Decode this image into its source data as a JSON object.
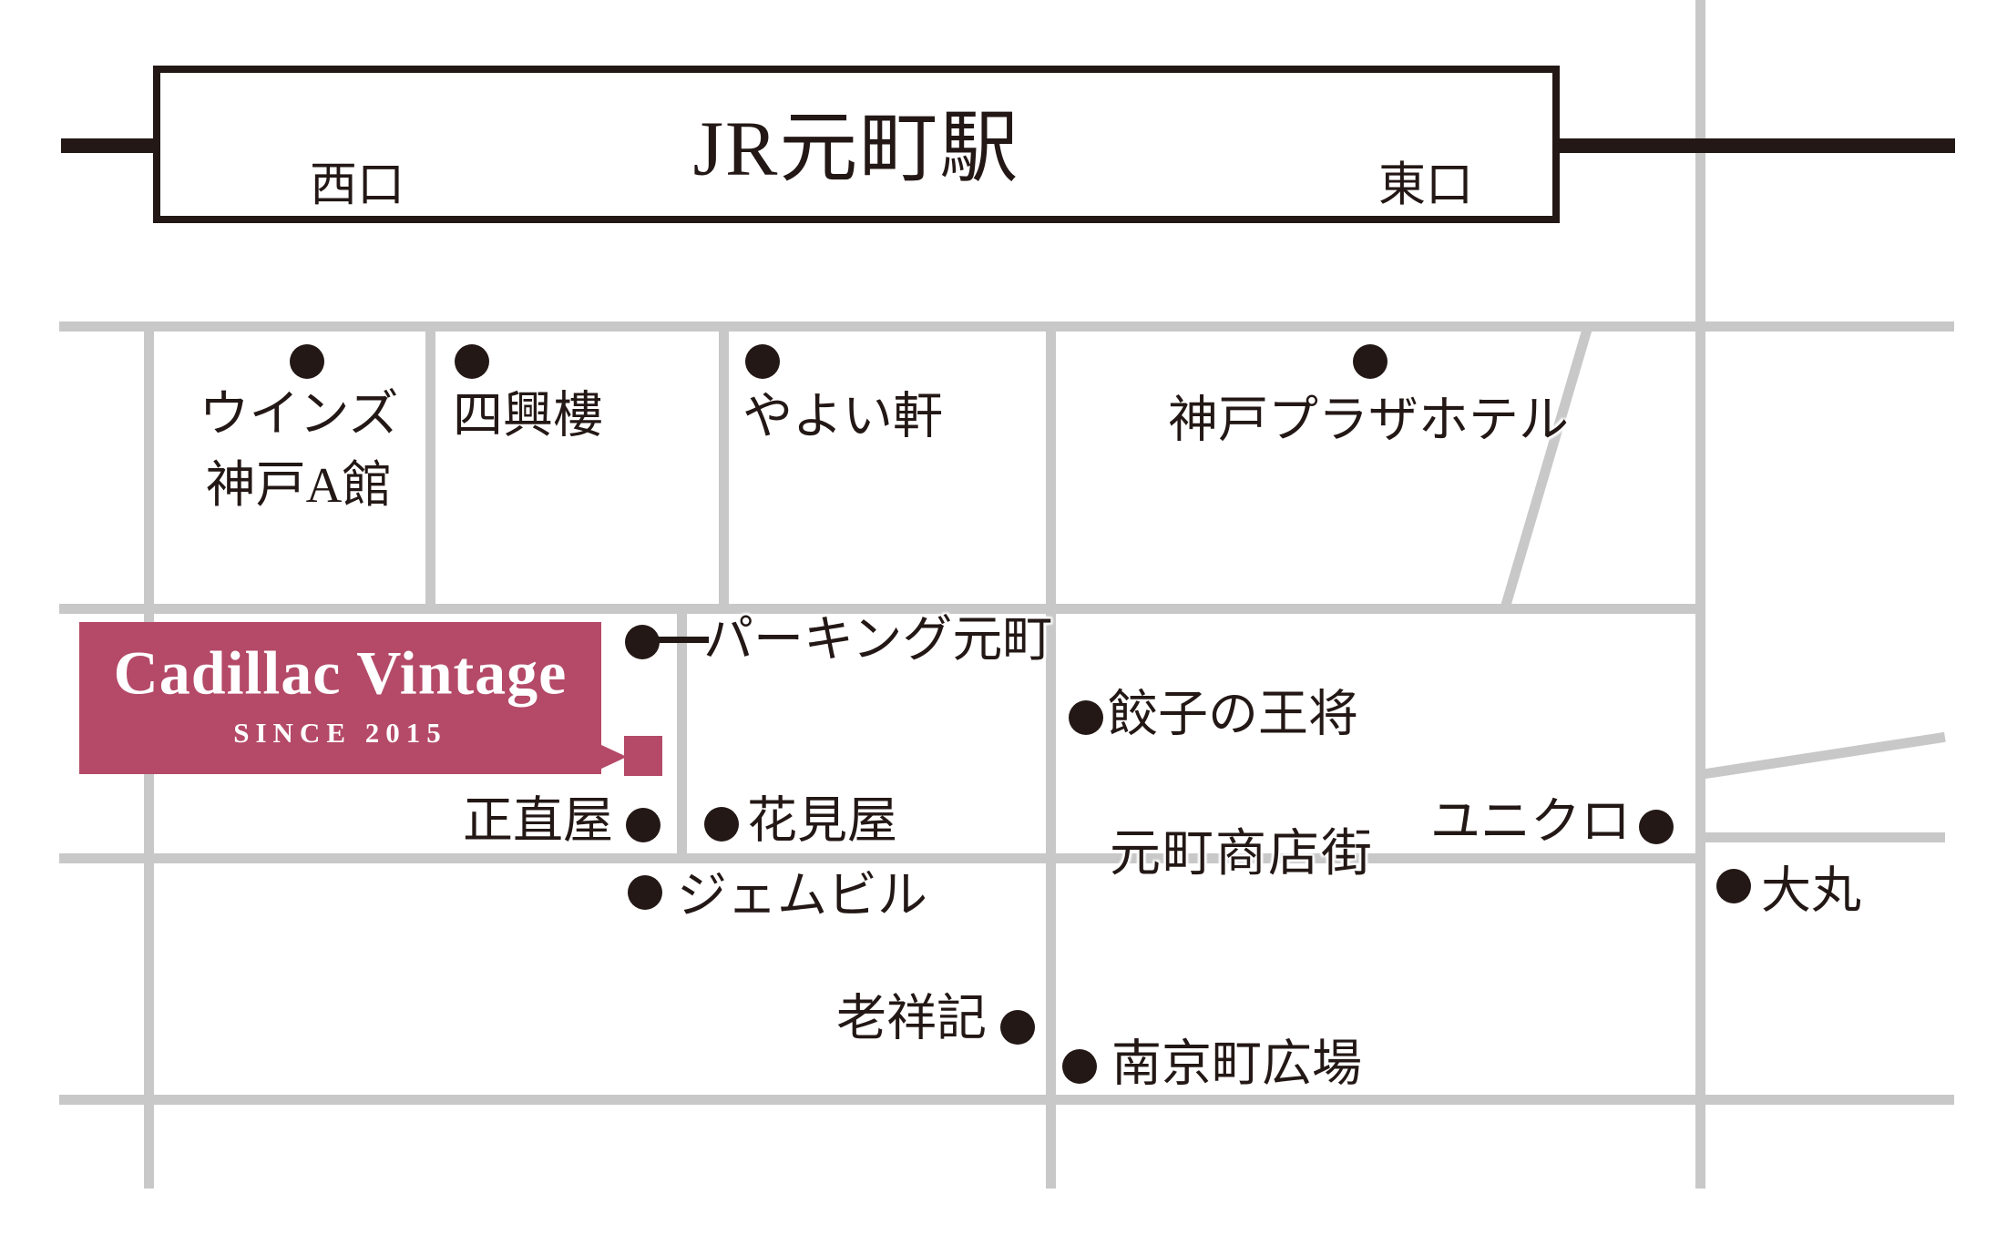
{
  "colors": {
    "accent": "#b44a68",
    "road": "#c8c8c8",
    "ink": "#231815"
  },
  "station": {
    "name": "JR元町駅",
    "west_exit": "西口",
    "east_exit": "東口"
  },
  "shop": {
    "name": "Cadillac Vintage",
    "since": "SINCE 2015"
  },
  "street": {
    "label": "元町商店街"
  },
  "landmarks": {
    "wins": {
      "line1": "ウインズ",
      "line2": "神戸A館"
    },
    "shikoro": {
      "label": "四興樓"
    },
    "yayoi": {
      "label": "やよい軒"
    },
    "plaza": {
      "label": "神戸プラザホテル"
    },
    "parking": {
      "label": "パーキング元町"
    },
    "gyoza": {
      "label": "餃子の王将"
    },
    "shojikiya": {
      "label": "正直屋"
    },
    "hanamiya": {
      "label": "花見屋"
    },
    "gem": {
      "label": "ジェムビル"
    },
    "uniqlo": {
      "label": "ユニクロ"
    },
    "daimaru": {
      "label": "大丸"
    },
    "roushouki": {
      "label": "老祥記"
    },
    "nankin": {
      "label": "南京町広場"
    }
  }
}
